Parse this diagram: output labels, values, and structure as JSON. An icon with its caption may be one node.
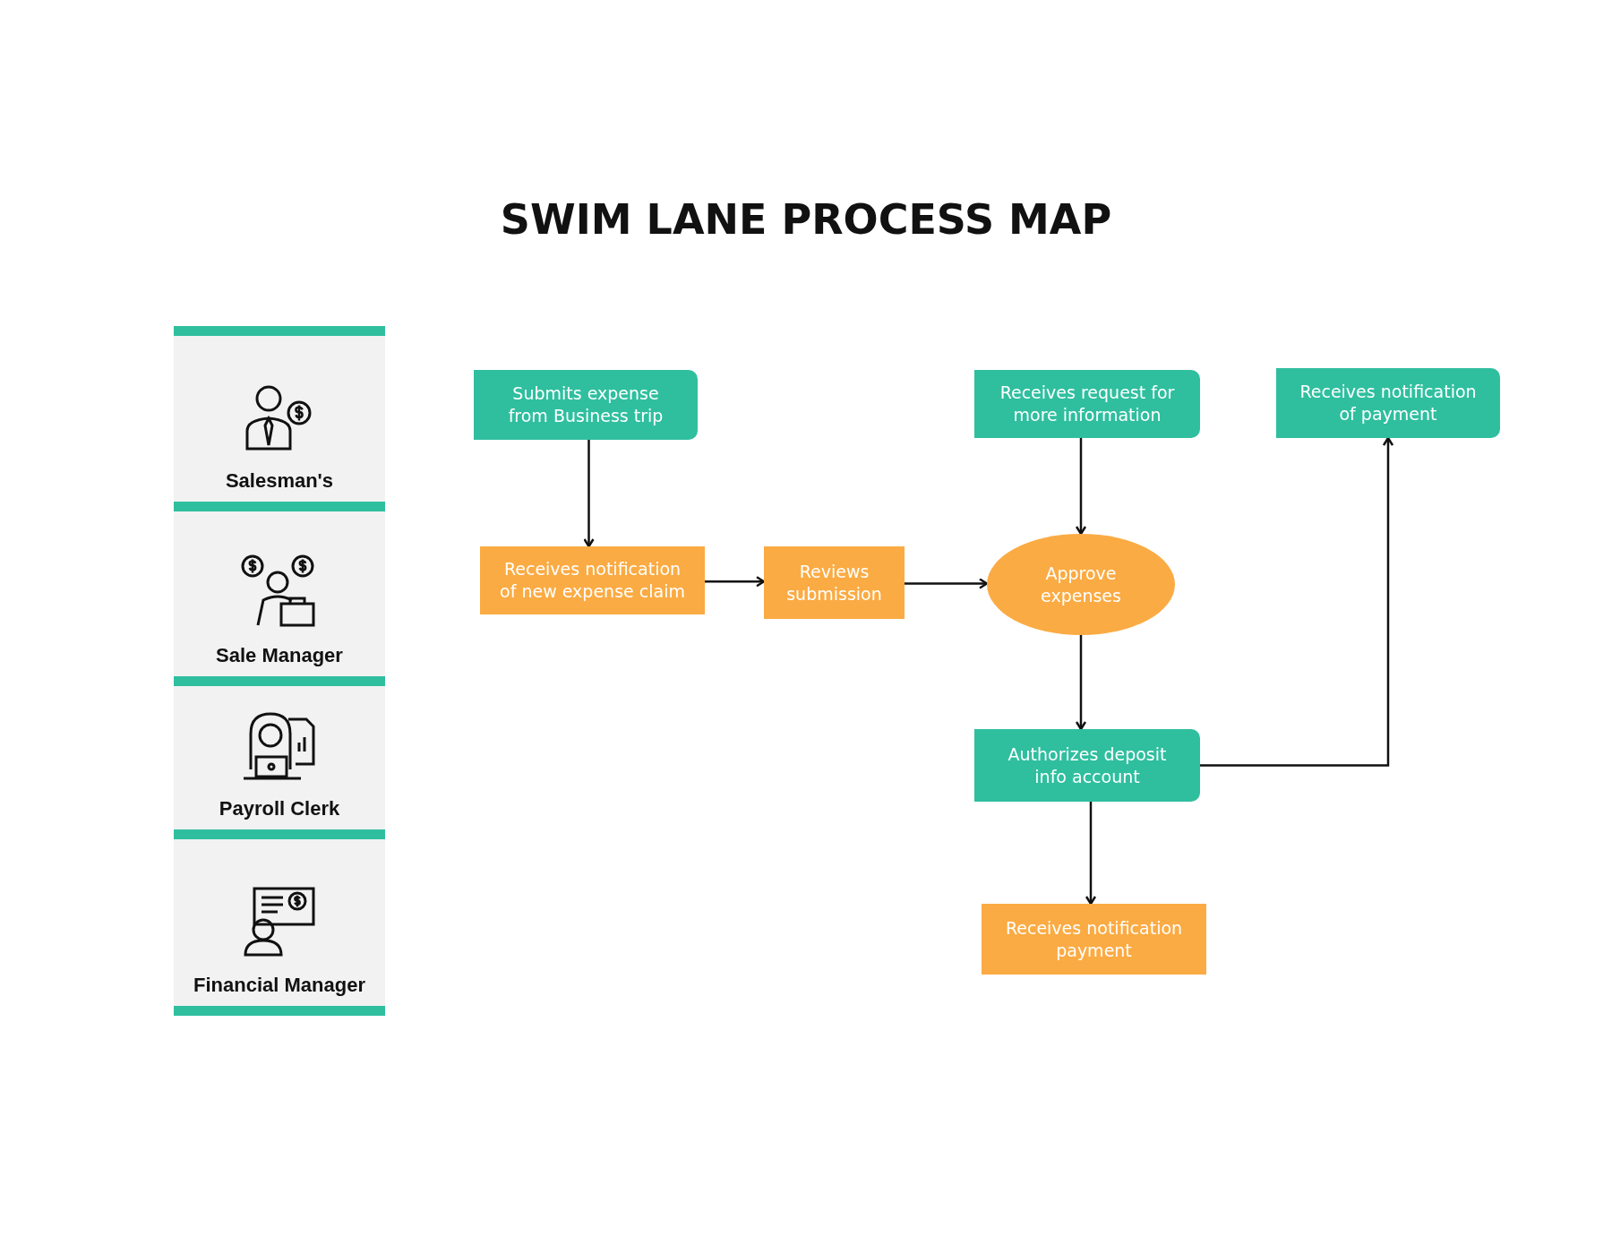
{
  "diagram": {
    "title": "SWIM LANE PROCESS MAP",
    "nodes": [
      {
        "text": [
          "Salesman's"
        ]
      },
      {
        "text": [
          "Sale Manager"
        ]
      },
      {
        "text": [
          "Payroll Clerk"
        ]
      },
      {
        "text": [
          "Financial Manager"
        ]
      },
      {
        "text": [
          "Submits expense from Business trip"
        ]
      },
      {
        "text": [
          "Receives notification of new expense claim"
        ]
      },
      {
        "text": [
          "Reviews submission"
        ]
      },
      {
        "text": [
          "Approve expenses"
        ]
      },
      {
        "text": [
          "Receives request for more information"
        ]
      },
      {
        "text": [
          "Receives notification of payment"
        ]
      },
      {
        "text": [
          "Authorizes deposit info account"
        ]
      },
      {
        "text": [
          "Receives notification payment"
        ]
      }
    ],
    "edges": [
      {
        "from": 4,
        "to": 5,
        "arrow": "to"
      },
      {
        "from": 5,
        "to": 6,
        "arrow": "to"
      },
      {
        "from": 6,
        "to": 7,
        "arrow": "to"
      },
      {
        "from": 8,
        "to": 7,
        "arrow": "to"
      },
      {
        "from": 7,
        "to": 10,
        "arrow": "to"
      },
      {
        "from": 10,
        "to": 11,
        "arrow": "to"
      },
      {
        "from": 10,
        "to": 9,
        "arrow": "to"
      }
    ]
  }
}
